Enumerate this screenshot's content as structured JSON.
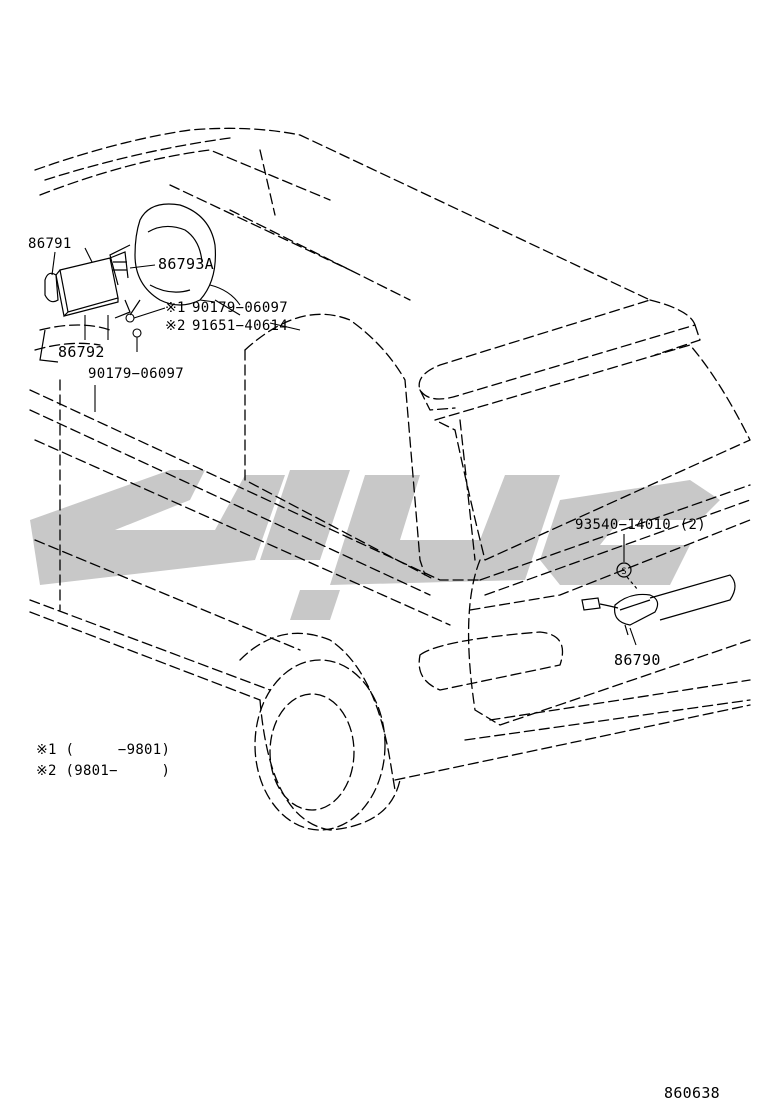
{
  "labels": {
    "p86791": "86791",
    "p86793A": "86793A",
    "p86792": "86792",
    "b1_prefix": "※1",
    "b1_part": "90179−06097",
    "b2_prefix": "※2",
    "b2_part": "91651−40614",
    "p90179": "90179−06097",
    "p93540": "93540−14010 (2)",
    "p86790": "86790",
    "s_mark": "S",
    "note1": "※1 (     −9801)",
    "note2": "※2 (9801−     )",
    "diagram_id": "860638"
  },
  "watermark": {
    "color": "#c8c8c8"
  },
  "line_color": "#000000"
}
